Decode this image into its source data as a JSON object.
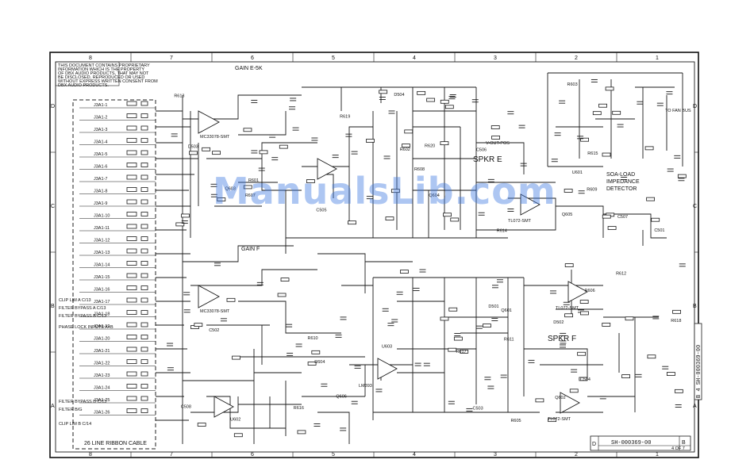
{
  "watermark": "ManualsLib.com",
  "notice": [
    "THIS DOCUMENT CONTAINS PROPRIETARY",
    "INFORMATION WHICH IS THE PROPERTY",
    "OF DBX AUDIO PRODUCTS, THAT MAY NOT",
    "BE DISCLOSED, REPRODUCED OR USED",
    "WITHOUT EXPRESS WRITTEN CONSENT FROM",
    "DBX AUDIO PRODUCTS."
  ],
  "border": {
    "columns": [
      "8",
      "7",
      "6",
      "5",
      "4",
      "3",
      "2",
      "1"
    ],
    "rows": [
      "D",
      "C",
      "B",
      "A"
    ]
  },
  "labels": {
    "gain_e": "GAIN E-5K",
    "gain_f": "GAIN F",
    "spkr_e": "SPKR E",
    "spkr_f": "SPKR F",
    "soa_line1": "SOA-LOAD",
    "soa_line2": "IMPEDANCE",
    "soa_line3": "DETECTOR",
    "ribbon": "26 LINE RIBBON CABLE",
    "to_fan_bus": "TO FAN BUS",
    "v_out_pos": "V-OUT-POS"
  },
  "title_block": {
    "size": "D",
    "drawing_no": "SH-000369-00",
    "rev": "B",
    "sheet": "4 OF 7"
  },
  "side_stamp": "B 4 SH-000369-00",
  "connector_pins": [
    "J3A1-1",
    "J3A1-2",
    "J3A1-3",
    "J3A1-4",
    "J3A1-5",
    "J3A1-6",
    "J3A1-7",
    "J3A1-8",
    "J3A1-9",
    "J3A1-10",
    "J3A1-11",
    "J3A1-12",
    "J3A1-13",
    "J3A1-14",
    "J3A1-15",
    "J3A1-16",
    "J3A1-17",
    "J3A1-18",
    "J3A1-19",
    "J3A1-20",
    "J3A1-21",
    "J3A1-22",
    "J3A1-23",
    "J3A1-24",
    "J3A1-25",
    "J3A1-26"
  ],
  "left_signals": [
    "CLIP LIM A C/13",
    "FILTER BYPASS A C/13",
    "FILTER BYPASS B C/13",
    "PHASE LOCK INPUTS A+B",
    "FILTER BYPASS D C/13",
    "FILTER B/G",
    "CLIP LIM B C/14"
  ],
  "opamps": [
    "MC33078-SMT",
    "MC33078-SMT",
    "TL072-SMT",
    "TL072-SMT",
    "LM393",
    "TL072-SMT"
  ],
  "part_refs": [
    "R601",
    "R602",
    "R603",
    "R604",
    "R605",
    "R606",
    "R607",
    "R608",
    "R609",
    "R610",
    "R611",
    "R612",
    "R613",
    "R614",
    "R615",
    "R616",
    "R617",
    "R618",
    "R619",
    "R620",
    "C501",
    "C502",
    "C503",
    "C504",
    "C505",
    "C506",
    "C507",
    "C508",
    "Q601",
    "Q602",
    "Q603",
    "Q604",
    "Q605",
    "Q606",
    "D501",
    "D502",
    "D503",
    "D504",
    "U601",
    "U602",
    "U603"
  ]
}
